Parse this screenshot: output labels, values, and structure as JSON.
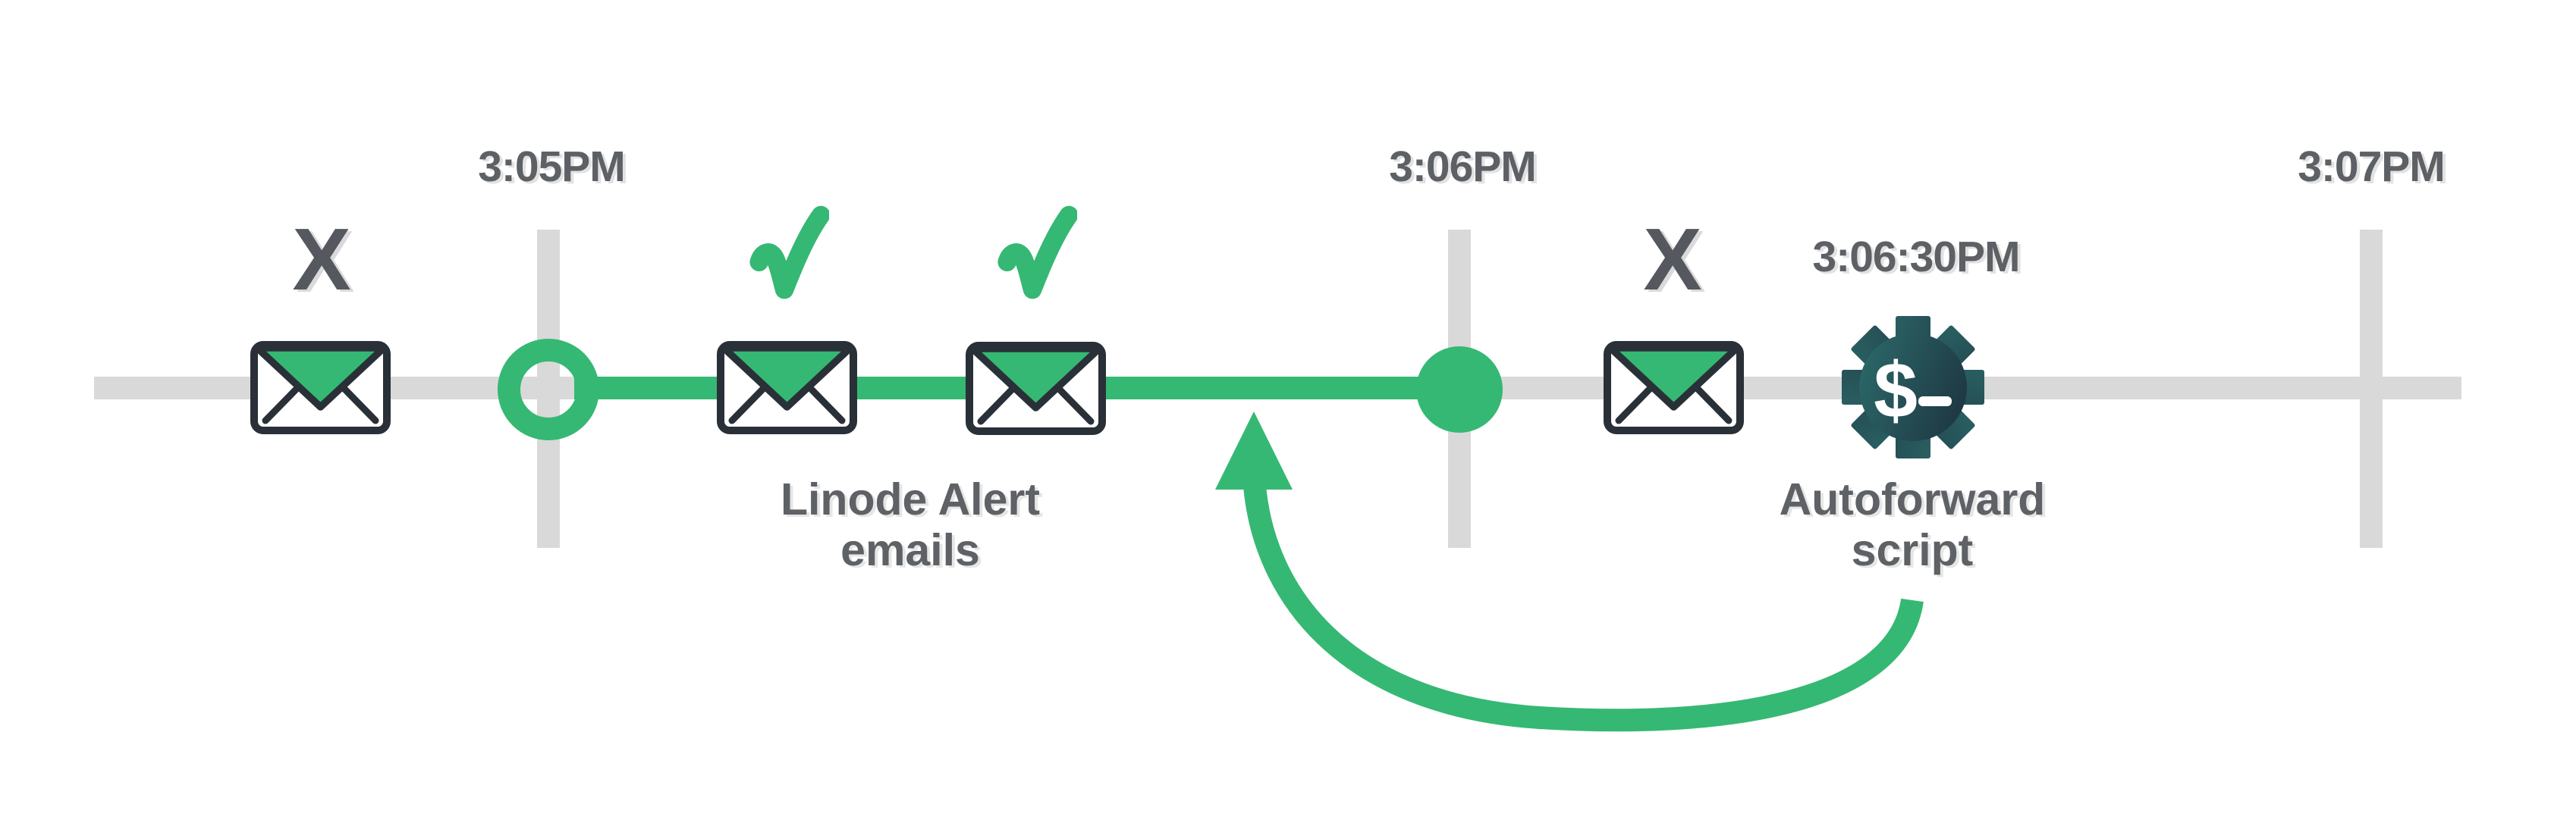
{
  "diagram": {
    "type": "timeline-infographic",
    "axis_ticks": [
      {
        "label": "3:05PM"
      },
      {
        "label": "3:06PM"
      },
      {
        "label": "3:07PM"
      }
    ],
    "events": [
      {
        "name": "email-before-305",
        "icon": "envelope-icon",
        "marker": "X",
        "status": "missed"
      },
      {
        "name": "linode-alert-email-1",
        "icon": "envelope-icon",
        "marker": "checkmark",
        "status": "delivered"
      },
      {
        "name": "linode-alert-email-2",
        "icon": "envelope-icon",
        "marker": "checkmark",
        "status": "delivered"
      },
      {
        "name": "email-after-306",
        "icon": "envelope-icon",
        "marker": "X",
        "status": "missed"
      },
      {
        "name": "autoforward-script",
        "icon": "gear-dollar-prompt-icon",
        "time_label": "3:06:30PM"
      }
    ],
    "markers": {
      "fail": "X"
    },
    "captions": {
      "linode_alert_line1": "Linode Alert",
      "linode_alert_line2": "emails",
      "autoforward_line1": "Autoforward",
      "autoforward_line2": "script",
      "script_time": "3:06:30PM"
    },
    "gear": {
      "dollar": "$",
      "underscore": "_"
    },
    "arrow": {
      "meaning": "loop from Autoforward script back to timeline between alerts"
    },
    "colors": {
      "green": "#35B873",
      "track_gray": "#D9D9D9",
      "text_gray": "#5D6064",
      "outline_dark": "#2A3037",
      "gear_teal": "#2D6E6D",
      "gear_navy": "#1C2F3D",
      "white": "#FFFFFF",
      "background": "#FFFFFF"
    }
  }
}
